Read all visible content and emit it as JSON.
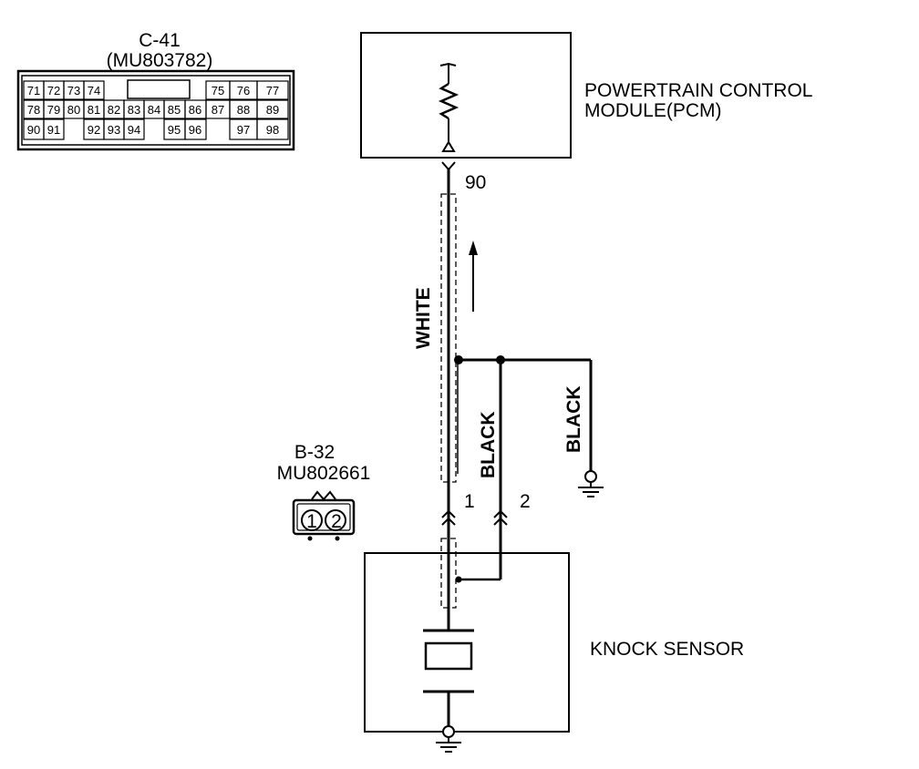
{
  "connector_c41": {
    "title": "C-41",
    "part_no": "(MU803782)",
    "row1": [
      "71",
      "72",
      "73",
      "74",
      "",
      "75",
      "76",
      "77"
    ],
    "row2": [
      "78",
      "79",
      "80",
      "81",
      "82",
      "83",
      "84",
      "85",
      "86",
      "87",
      "88",
      "89"
    ],
    "row3": [
      "90",
      "91",
      "",
      "92",
      "93",
      "94",
      "",
      "95",
      "96",
      "",
      "97",
      "98"
    ]
  },
  "connector_b32": {
    "title": "B-32",
    "part_no": "MU802661",
    "pins": [
      "1",
      "2"
    ]
  },
  "pcm": {
    "line1": "POWERTRAIN CONTROL",
    "line2": "MODULE(PCM)",
    "pin": "90"
  },
  "wires": {
    "signal": "WHITE",
    "shield_left": "BLACK",
    "shield_right": "BLACK",
    "pin1": "1",
    "pin2": "2"
  },
  "knock_sensor": {
    "label": "KNOCK SENSOR"
  }
}
